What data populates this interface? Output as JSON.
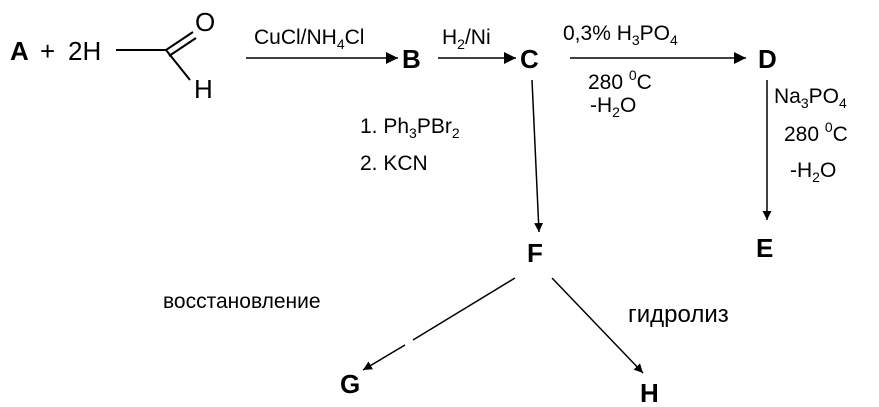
{
  "compounds": {
    "A": "A",
    "B": "B",
    "C": "C",
    "D": "D",
    "E": "E",
    "F": "F",
    "G": "G",
    "H": "H"
  },
  "reactant": {
    "plus": "+",
    "coefficient": "2H",
    "oxygen": "O",
    "hydrogen": "H"
  },
  "reagents": {
    "a_to_b": {
      "main": "CuCl/NH",
      "sub": "4",
      "tail": "Cl"
    },
    "b_to_c": {
      "main": "H",
      "sub": "2",
      "tail": "/Ni"
    },
    "c_to_d": {
      "top_main": "0,3% H",
      "top_sub": "3",
      "top_tail": "PO",
      "top_sub2": "4",
      "temp_num": "280 ",
      "temp_sup": "0",
      "temp_unit": "C",
      "water_main": "-H",
      "water_sub": "2",
      "water_tail": "O"
    },
    "d_to_e": {
      "main": "Na",
      "sub": "3",
      "tail": "PO",
      "sub2": "4",
      "temp_num": "280 ",
      "temp_sup": "0",
      "temp_unit": "C",
      "water_main": "-H",
      "water_sub": "2",
      "water_tail": "O"
    },
    "c_to_f": {
      "step1_main": "1. Ph",
      "step1_sub": "3",
      "step1_tail": "PBr",
      "step1_sub2": "2",
      "step2": "2. KCN"
    },
    "f_to_g": "восстановление",
    "f_to_h": "гидролиз"
  }
}
